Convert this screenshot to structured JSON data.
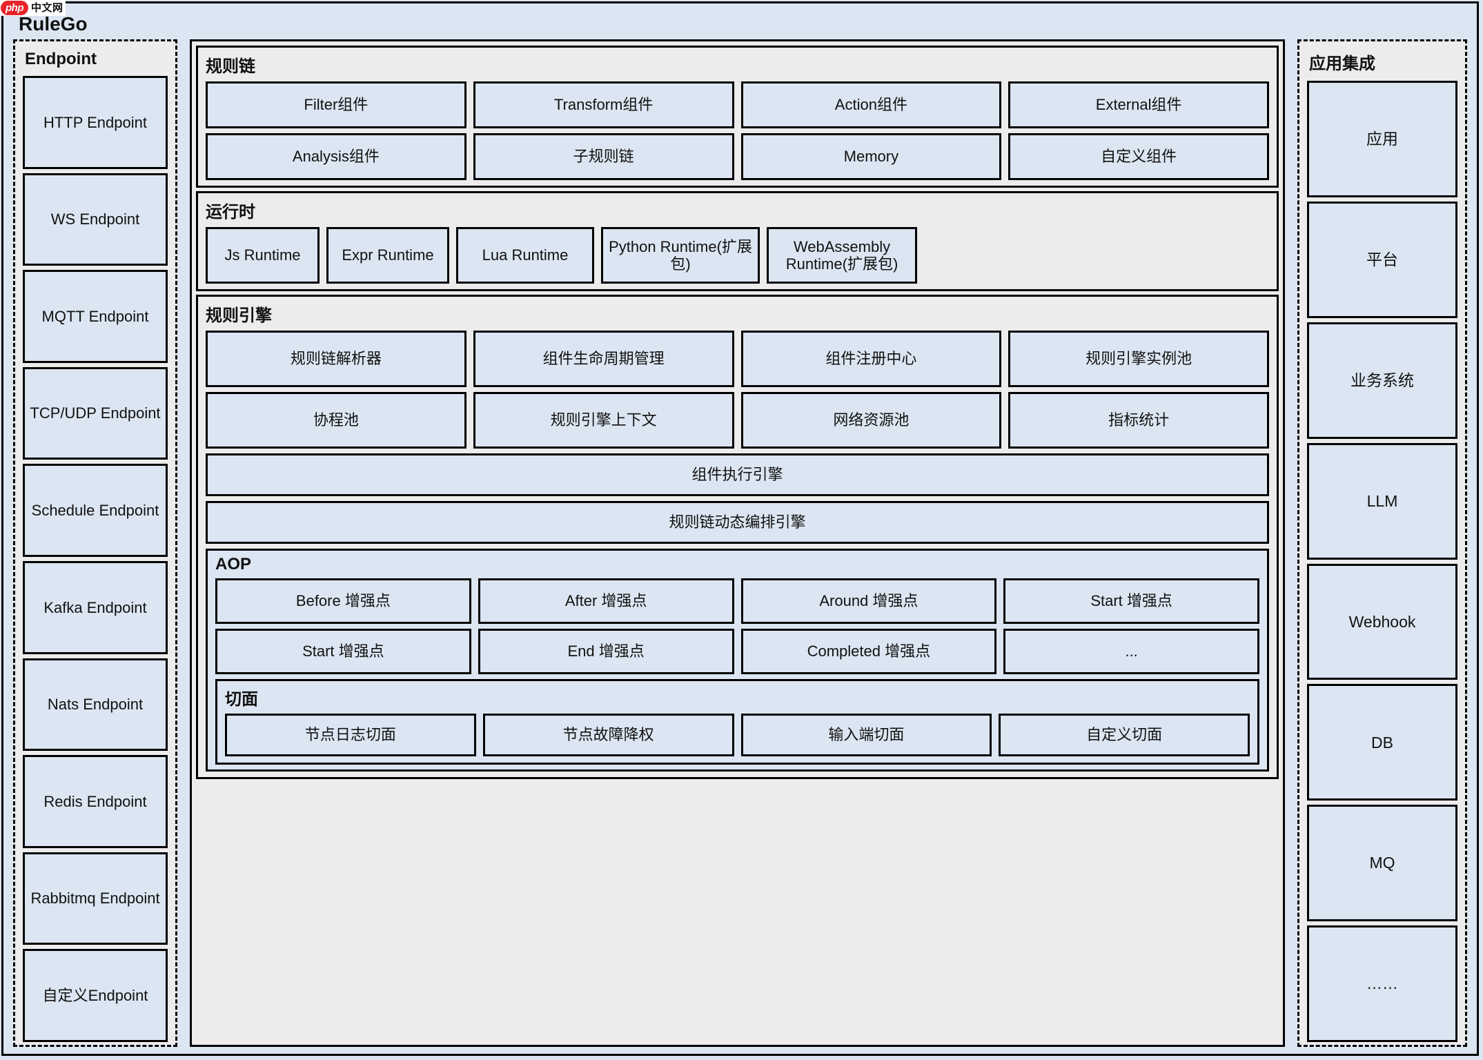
{
  "watermark": {
    "badge": "php",
    "text": "中文网"
  },
  "root": {
    "title": "RuleGo"
  },
  "endpoint": {
    "title": "Endpoint",
    "items": [
      "HTTP Endpoint",
      "WS Endpoint",
      "MQTT Endpoint",
      "TCP/UDP Endpoint",
      "Schedule Endpoint",
      "Kafka Endpoint",
      "Nats Endpoint",
      "Redis Endpoint",
      "Rabbitmq Endpoint",
      "自定义Endpoint"
    ]
  },
  "rule_chain": {
    "title": "规则链",
    "row1": [
      "Filter组件",
      "Transform组件",
      "Action组件",
      "External组件"
    ],
    "row2": [
      "Analysis组件",
      "子规则链",
      "Memory",
      "自定义组件"
    ]
  },
  "runtime": {
    "title": "运行时",
    "items": [
      "Js Runtime",
      "Expr Runtime",
      "Lua Runtime",
      "Python Runtime(扩展包)",
      "WebAssembly Runtime(扩展包)"
    ]
  },
  "rule_engine": {
    "title": "规则引擎",
    "row1": [
      "规则链解析器",
      "组件生命周期管理",
      "组件注册中心",
      "规则引擎实例池"
    ],
    "row2": [
      "协程池",
      "规则引擎上下文",
      "网络资源池",
      "指标统计"
    ],
    "wide1": "组件执行引擎",
    "wide2": "规则链动态编排引擎"
  },
  "aop": {
    "title": "AOP",
    "row1": [
      "Before 增强点",
      "After 增强点",
      "Around 增强点",
      "Start 增强点"
    ],
    "row2": [
      "Start 增强点",
      "End 增强点",
      "Completed 增强点",
      "..."
    ]
  },
  "aspect": {
    "title": "切面",
    "items": [
      "节点日志切面",
      "节点故障降权",
      "输入端切面",
      "自定义切面"
    ]
  },
  "integration": {
    "title": "应用集成",
    "items": [
      "应用",
      "平台",
      "业务系统",
      "LLM",
      "Webhook",
      "DB",
      "MQ",
      "……"
    ]
  },
  "colors": {
    "page_background": "#dce6f2",
    "panel_background": "#ececec",
    "node_fill": "#dce6f2",
    "border": "#000000",
    "text": "#111111",
    "watermark_badge": "#e8242a"
  }
}
